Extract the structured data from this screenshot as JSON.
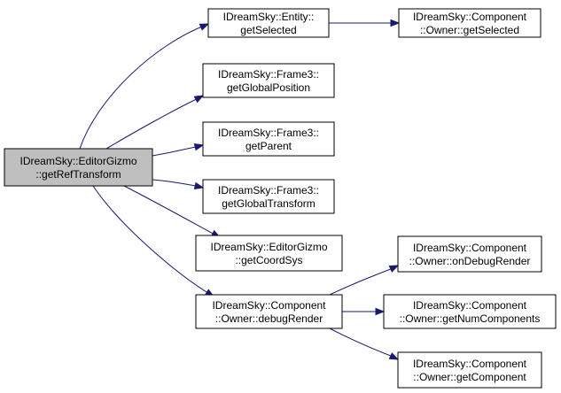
{
  "colors": {
    "edge": "#191970",
    "root_fill": "#bfbfbf",
    "node_fill": "#ffffff",
    "node_border": "#000000"
  },
  "nodes": [
    {
      "id": "root",
      "line1": "IDreamSky::EditorGizmo",
      "line2": "::getRefTransform",
      "root": true
    },
    {
      "id": "entity-getselected",
      "line1": "IDreamSky::Entity::",
      "line2": "getSelected"
    },
    {
      "id": "component-owner-getselected",
      "line1": "IDreamSky::Component",
      "line2": "::Owner::getSelected"
    },
    {
      "id": "frame3-getglobalposition",
      "line1": "IDreamSky::Frame3::",
      "line2": "getGlobalPosition"
    },
    {
      "id": "frame3-getparent",
      "line1": "IDreamSky::Frame3::",
      "line2": "getParent"
    },
    {
      "id": "frame3-getglobaltransform",
      "line1": "IDreamSky::Frame3::",
      "line2": "getGlobalTransform"
    },
    {
      "id": "editorgizmo-getcoordsys",
      "line1": "IDreamSky::EditorGizmo",
      "line2": "::getCoordSys"
    },
    {
      "id": "component-owner-debugrender",
      "line1": "IDreamSky::Component",
      "line2": "::Owner::debugRender"
    },
    {
      "id": "component-owner-ondebugrender",
      "line1": "IDreamSky::Component",
      "line2": "::Owner::onDebugRender"
    },
    {
      "id": "component-owner-getnumcomponents",
      "line1": "IDreamSky::Component",
      "line2": "::Owner::getNumComponents"
    },
    {
      "id": "component-owner-getcomponent",
      "line1": "IDreamSky::Component",
      "line2": "::Owner::getComponent"
    }
  ],
  "edges": [
    {
      "from": "root",
      "to": "entity-getselected"
    },
    {
      "from": "entity-getselected",
      "to": "component-owner-getselected"
    },
    {
      "from": "root",
      "to": "frame3-getglobalposition"
    },
    {
      "from": "root",
      "to": "frame3-getparent"
    },
    {
      "from": "root",
      "to": "frame3-getglobaltransform"
    },
    {
      "from": "root",
      "to": "editorgizmo-getcoordsys"
    },
    {
      "from": "root",
      "to": "component-owner-debugrender"
    },
    {
      "from": "component-owner-debugrender",
      "to": "component-owner-ondebugrender"
    },
    {
      "from": "component-owner-debugrender",
      "to": "component-owner-getnumcomponents"
    },
    {
      "from": "component-owner-debugrender",
      "to": "component-owner-getcomponent"
    }
  ]
}
